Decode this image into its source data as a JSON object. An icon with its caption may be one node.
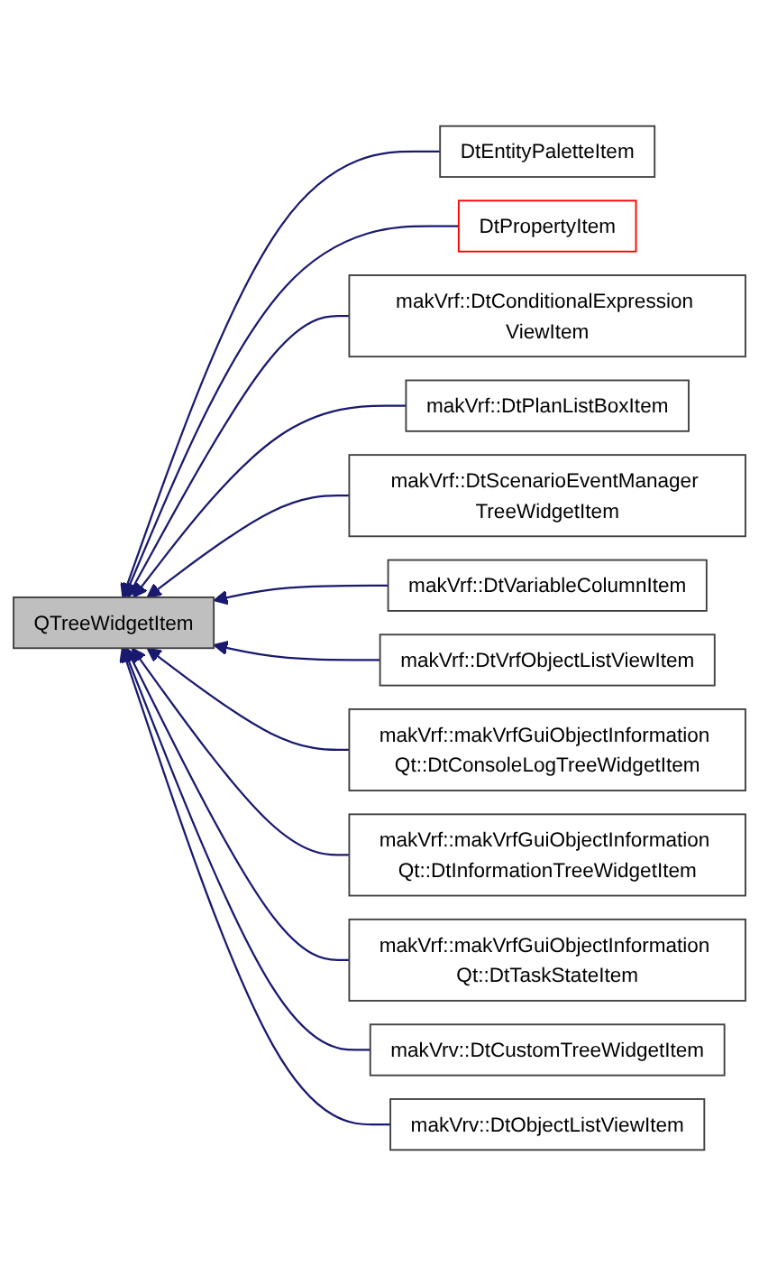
{
  "diagram": {
    "nodes": [
      {
        "text": [
          "QTreeWidgetItem"
        ]
      },
      {
        "text": [
          "DtEntityPaletteItem"
        ]
      },
      {
        "text": [
          "DtPropertyItem"
        ]
      },
      {
        "text": [
          "makVrf::DtConditionalExpression ViewItem"
        ]
      },
      {
        "text": [
          "makVrf::DtPlanListBoxItem"
        ]
      },
      {
        "text": [
          "makVrf::DtScenarioEventManager TreeWidgetItem"
        ]
      },
      {
        "text": [
          "makVrf::DtVariableColumnItem"
        ]
      },
      {
        "text": [
          "makVrf::DtVrfObjectListViewItem"
        ]
      },
      {
        "text": [
          "makVrf::makVrfGuiObjectInformation Qt::DtConsoleLogTreeWidgetItem"
        ]
      },
      {
        "text": [
          "makVrf::makVrfGuiObjectInformation Qt::DtInformationTreeWidgetItem"
        ]
      },
      {
        "text": [
          "makVrf::makVrfGuiObjectInformation Qt::DtTaskStateItem"
        ]
      },
      {
        "text": [
          "makVrv::DtCustomTreeWidgetItem"
        ]
      },
      {
        "text": [
          "makVrv::DtObjectListViewItem"
        ]
      }
    ],
    "edges": [
      {
        "from": 1,
        "to": 0,
        "arrow": "to"
      },
      {
        "from": 2,
        "to": 0,
        "arrow": "to"
      },
      {
        "from": 3,
        "to": 0,
        "arrow": "to"
      },
      {
        "from": 4,
        "to": 0,
        "arrow": "to"
      },
      {
        "from": 5,
        "to": 0,
        "arrow": "to"
      },
      {
        "from": 6,
        "to": 0,
        "arrow": "to"
      },
      {
        "from": 7,
        "to": 0,
        "arrow": "to"
      },
      {
        "from": 8,
        "to": 0,
        "arrow": "to"
      },
      {
        "from": 9,
        "to": 0,
        "arrow": "to"
      },
      {
        "from": 10,
        "to": 0,
        "arrow": "to"
      },
      {
        "from": 11,
        "to": 0,
        "arrow": "to"
      },
      {
        "from": 12,
        "to": 0,
        "arrow": "to"
      }
    ]
  }
}
